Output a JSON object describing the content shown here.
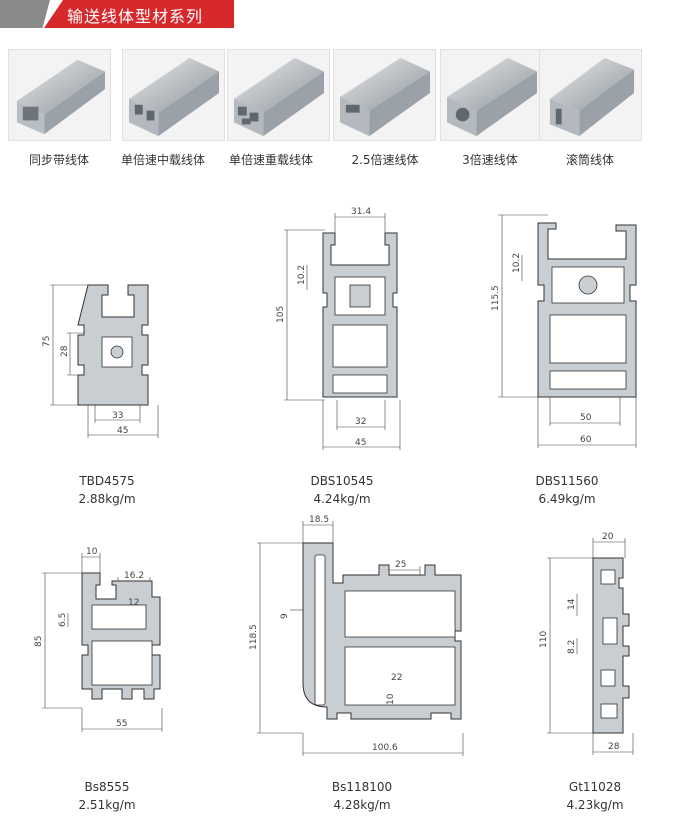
{
  "header": {
    "title": "输送线体型材系列"
  },
  "thumbnails": [
    {
      "label": "同步带线体"
    },
    {
      "label": "单倍速中载线体"
    },
    {
      "label": "单倍速重载线体"
    },
    {
      "label": "2.5倍速线体"
    },
    {
      "label": "3倍速线体"
    },
    {
      "label": "滚筒线体"
    }
  ],
  "profiles": [
    {
      "model": "TBD4575",
      "weight": "2.88kg/m",
      "dims": {
        "height": "75",
        "inner_height": "28",
        "width_inner": "33",
        "width": "45"
      }
    },
    {
      "model": "DBS10545",
      "weight": "4.24kg/m",
      "dims": {
        "top": "31.4",
        "height": "105",
        "slot": "10.2",
        "width_inner": "32",
        "width": "45"
      }
    },
    {
      "model": "DBS11560",
      "weight": "6.49kg/m",
      "dims": {
        "height": "115.5",
        "slot": "10.2",
        "width_inner": "50",
        "width": "60"
      }
    },
    {
      "model": "Bs8555",
      "weight": "2.51kg/m",
      "dims": {
        "top_left": "10",
        "top_right": "16.2",
        "slot": "12",
        "height": "85",
        "slot_h": "6.5",
        "width": "55"
      }
    },
    {
      "model": "Bs118100",
      "weight": "4.28kg/m",
      "dims": {
        "top_left": "18.5",
        "top_slot": "25",
        "height": "118.5",
        "side_slot": "9",
        "inner_slot": "22",
        "inner_h": "10",
        "width": "100.6"
      }
    },
    {
      "model": "Gt11028",
      "weight": "4.23kg/m",
      "dims": {
        "top": "20",
        "height": "110",
        "slot1": "14",
        "slot2": "8.2",
        "width": "28"
      }
    }
  ]
}
